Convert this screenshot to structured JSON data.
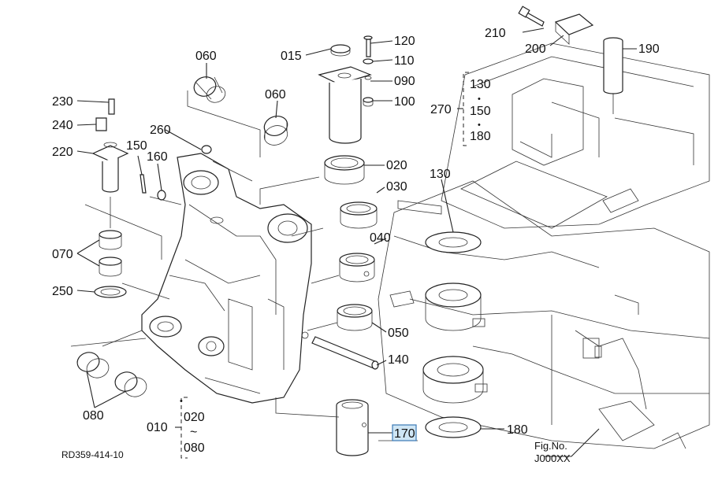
{
  "drawing_code": "RD359-414-10",
  "fig_label_1": "Fig.No.",
  "fig_label_2": "J000XX",
  "range_010": {
    "top": "020",
    "tilde": "~",
    "bottom": "080"
  },
  "range_270": {
    "a": "130",
    "b": "150",
    "c": "180"
  },
  "bullet": "•",
  "labels": {
    "p010": "010",
    "p015": "015",
    "p020": "020",
    "p030": "030",
    "p040": "040",
    "p050": "050",
    "p060a": "060",
    "p060b": "060",
    "p070": "070",
    "p080": "080",
    "p090": "090",
    "p100": "100",
    "p110": "110",
    "p120": "120",
    "p130": "130",
    "p140": "140",
    "p150": "150",
    "p160": "160",
    "p170": "170",
    "p180": "180",
    "p190": "190",
    "p200": "200",
    "p210": "210",
    "p220": "220",
    "p230": "230",
    "p240": "240",
    "p250": "250",
    "p260": "260",
    "p270": "270"
  },
  "highlight_color": "#cfe6f5"
}
